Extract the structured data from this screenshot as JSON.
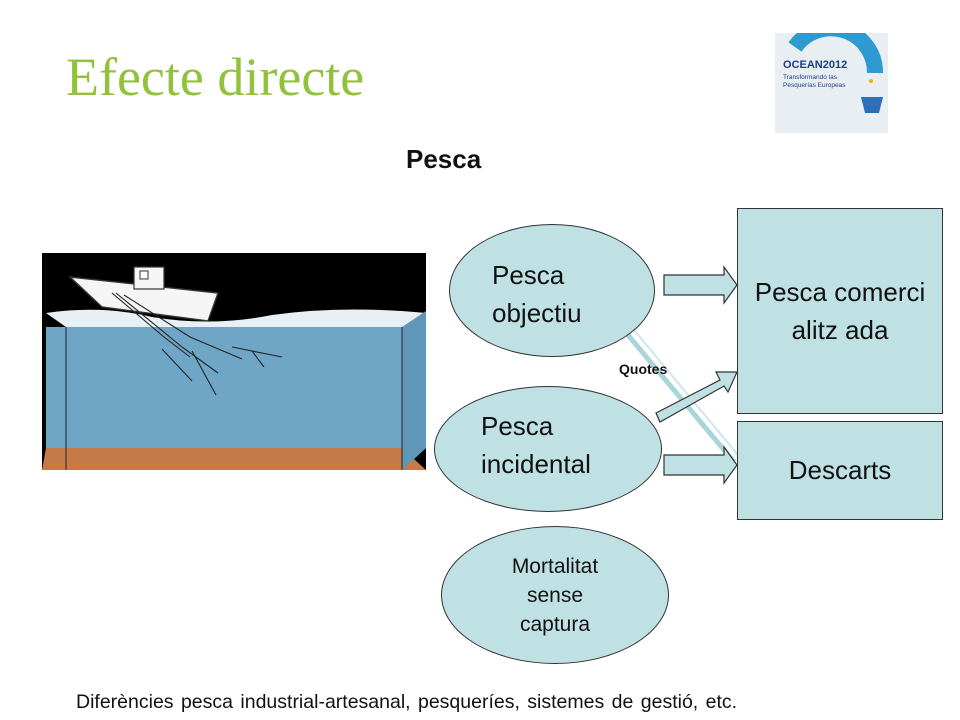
{
  "slide": {
    "title": "Efecte directe",
    "subtitle": "Pesca",
    "caption": "Diferències pesca industrial-artesanal, pesqueríes, sistemes de gestió, etc."
  },
  "logo": {
    "name": "OCEAN2012",
    "tagline": "Transformando las Pesquerías Europeas"
  },
  "diagram": {
    "node_target": "Pesca objectiu",
    "node_bycatch": "Pesca incidental",
    "node_mortality": "Mortalitat sense captura",
    "node_marketed": "Pesca comercialitz ada",
    "node_discards": "Descarts",
    "quotes_label": "Quotes"
  },
  "colors": {
    "title": "#92c13b",
    "node_fill": "#bfe1e4",
    "water": "#6fa6c6",
    "seabed": "#c57a48"
  }
}
